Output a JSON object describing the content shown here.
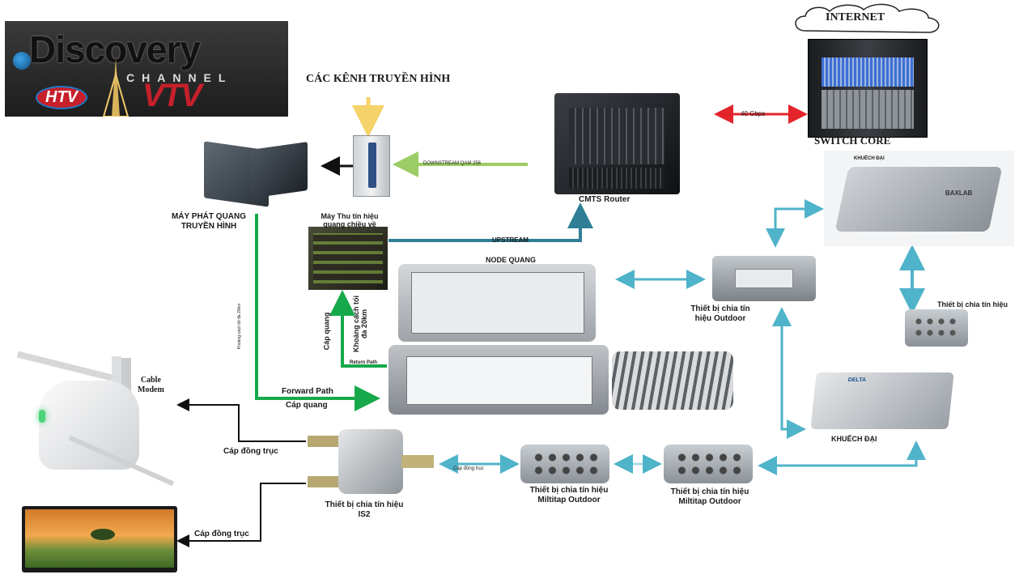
{
  "logos": {
    "discovery": "Discovery",
    "channel": "CHANNEL",
    "htv": "HTV",
    "vtv": "VTV"
  },
  "labels": {
    "tv_channels": "CÁC KÊNH TRUYỀN HÌNH",
    "internet": "INTERNET",
    "switch_core": "SWITCH CORE",
    "bandwidth": "40 Gbps",
    "cmts": "CMTS Router",
    "downstream": "DOWNSTREAM QAM 256",
    "upstream": "UPSTREAM",
    "transmitter": "MÁY PHÁT QUANG\nTRUYỀN HÌNH",
    "receiver": "Máy Thu tín hiệu\nquang chiều về",
    "node": "NODE QUANG",
    "fiber_cable": "Cáp quang",
    "distance": "Khoảng cách tối\nđa 20km",
    "distance_small": "Khoảng cách tối đa 20km",
    "return_path": "Return Path",
    "forward_path": "Forward Path",
    "fiber_cable_2": "Cáp quang",
    "amp_top_small": "KHUẾCH ĐẠI",
    "splitter_outdoor": "Thiết bị chia tín\nhiệu Outdoor",
    "splitter_right": "Thiết bị chia tín hiệu",
    "amplifier": "KHUẾCH ĐẠI",
    "cable_modem": "Cable\nModem",
    "coax_1": "Cáp đồng trục",
    "coax_small": "Cáp đồng trục",
    "coax_2": "Cáp đồng trục",
    "splitter_is2": "Thiết bị chia tín hiệu\nIS2",
    "multitap_1": "Thiết bị chia tín hiệu\nMiltitap Outdoor",
    "multitap_2": "Thiết bị chia tín hiệu\nMiltitap Outdoor",
    "amp_brand": "BAXLAB",
    "delta_brand": "DELTA"
  },
  "colors": {
    "green": "#17a84b",
    "teal": "#2e7f95",
    "light_blue": "#4fb3c9",
    "red": "#e3242b",
    "yellow": "#f6d26a",
    "light_green": "#9ccc65",
    "black": "#111111"
  }
}
